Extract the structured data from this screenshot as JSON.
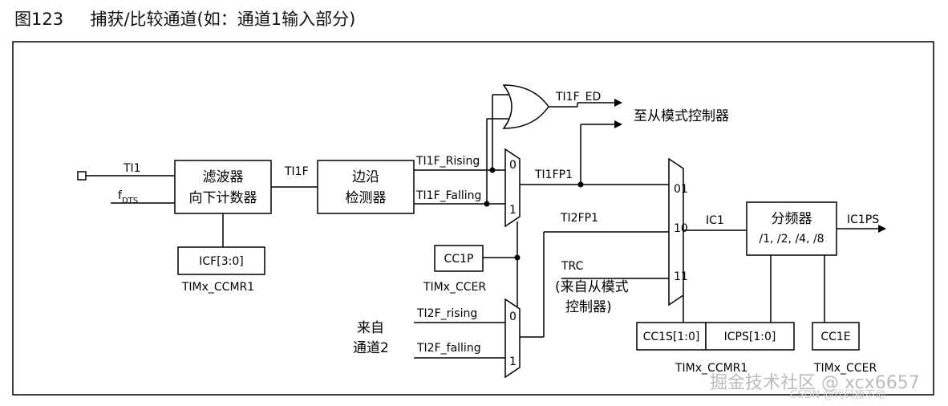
{
  "title": "图123     捕获/比较通道(如：通道1输入部分)",
  "labels": {
    "ti1": "TI1",
    "fdts": "f",
    "fdts_sub": "DTS",
    "filter_l1": "滤波器",
    "filter_l2": "向下计数器",
    "icf": "ICF[3:0]",
    "ccmr1_a": "TIMx_CCMR1",
    "ti1f": "TI1F",
    "edge_l1": "边沿",
    "edge_l2": "检测器",
    "rising": "TI1F_Rising",
    "falling": "TI1F_Falling",
    "ti1f_ed": "TI1F_ED",
    "slave": "至从模式控制器",
    "mux_0": "0",
    "mux_1": "1",
    "ti1fp1": "TI1FP1",
    "cc1p": "CC1P",
    "ccer_a": "TIMx_CCER",
    "ti2fp1": "TI2FP1",
    "trc": "TRC",
    "trc_src_l1": "(来自从模式",
    "trc_src_l2": "控制器)",
    "from_l1": "来自",
    "from_l2": "通道2",
    "ti2_rising": "TI2F_rising",
    "ti2_falling": "TI2F_falling",
    "sel_01": "01",
    "sel_10": "10",
    "sel_11": "11",
    "ic1": "IC1",
    "div_l1": "分频器",
    "div_l2": "/1, /2, /4, /8",
    "ic1ps": "IC1PS",
    "cc1s": "CC1S[1:0]",
    "icps": "ICPS[1:0]",
    "cc1e": "CC1E",
    "ccmr1_b": "TIMx_CCMR1",
    "ccer_b": "TIMx_CCER"
  },
  "watermark": {
    "line1": "掘金技术社区 @ xcx6657",
    "line2": "CSDN @代码搬不动"
  }
}
